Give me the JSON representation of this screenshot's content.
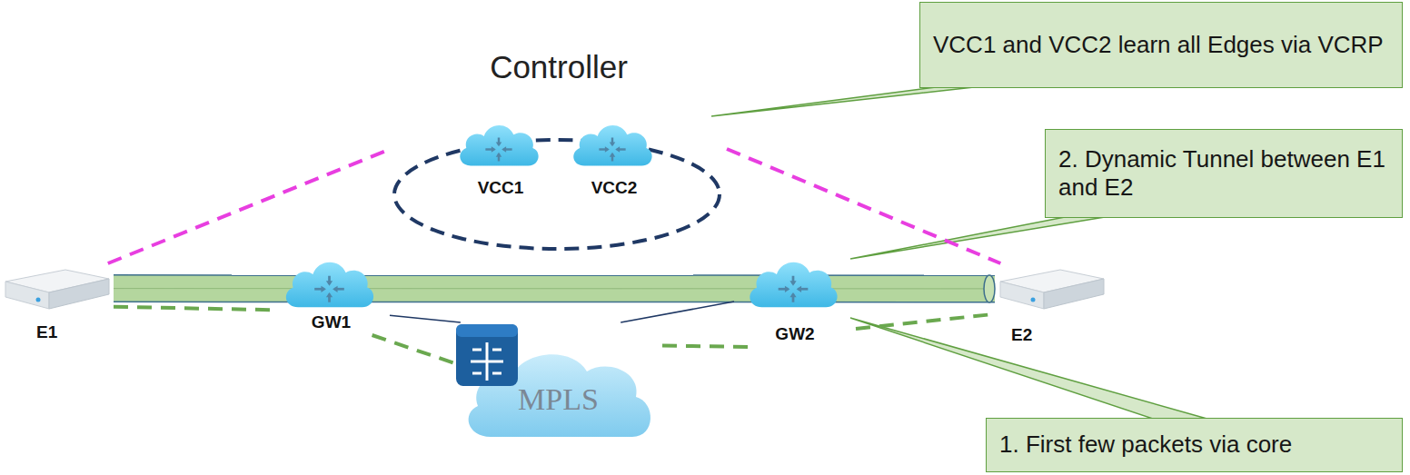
{
  "diagram": {
    "nodes": [
      {
        "text": [
          "Controller"
        ]
      },
      {
        "text": [
          "VCC1"
        ],
        "in": 0
      },
      {
        "text": [
          "VCC2"
        ],
        "in": 0
      },
      {
        "text": [
          "VCC1 and VCC2 learn all Edges via VCRP"
        ]
      },
      {
        "text": [
          "2. Dynamic Tunnel between E1 and E2"
        ]
      },
      {
        "text": [
          "E1"
        ]
      },
      {
        "text": [
          "GW1"
        ]
      },
      {
        "text": [
          "GW2"
        ]
      },
      {
        "text": [
          "E2"
        ]
      },
      {
        "text": [
          "MPLS"
        ]
      },
      {
        "text": [
          "1. First few packets via core"
        ]
      }
    ],
    "edges": [
      {
        "from": 5,
        "to": 0,
        "arrow": "none"
      },
      {
        "from": 0,
        "to": 8,
        "arrow": "none"
      },
      {
        "from": 5,
        "to": 8,
        "arrow": "none"
      },
      {
        "from": 5,
        "to": 6,
        "arrow": "none"
      },
      {
        "from": 6,
        "to": 9,
        "arrow": "none"
      },
      {
        "from": 9,
        "to": 7,
        "arrow": "none"
      },
      {
        "from": 7,
        "to": 8,
        "arrow": "none"
      },
      {
        "from": 6,
        "to": 9,
        "arrow": "none"
      },
      {
        "from": 9,
        "to": 7,
        "arrow": "none"
      }
    ]
  }
}
